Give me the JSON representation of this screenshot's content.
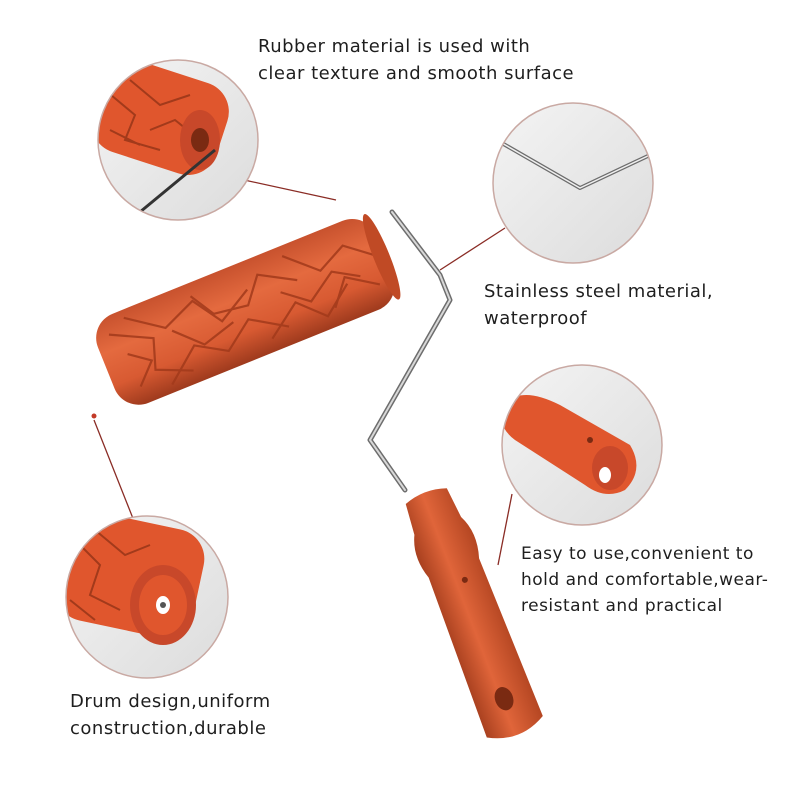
{
  "captions": {
    "rubber": [
      "Rubber material is used with",
      "clear texture and smooth surface"
    ],
    "steel": [
      "Stainless steel material,",
      "waterproof"
    ],
    "easy": [
      "Easy to use,convenient to",
      "hold and comfortable,wear-",
      "resistant and practical"
    ],
    "drum": [
      "Drum design,uniform",
      "construction,durable"
    ]
  },
  "colors": {
    "rubber": "#e0562d",
    "rubber_dark": "#b8401f",
    "steel": "#9a9a9a",
    "leader_line": "#8a2c25"
  }
}
